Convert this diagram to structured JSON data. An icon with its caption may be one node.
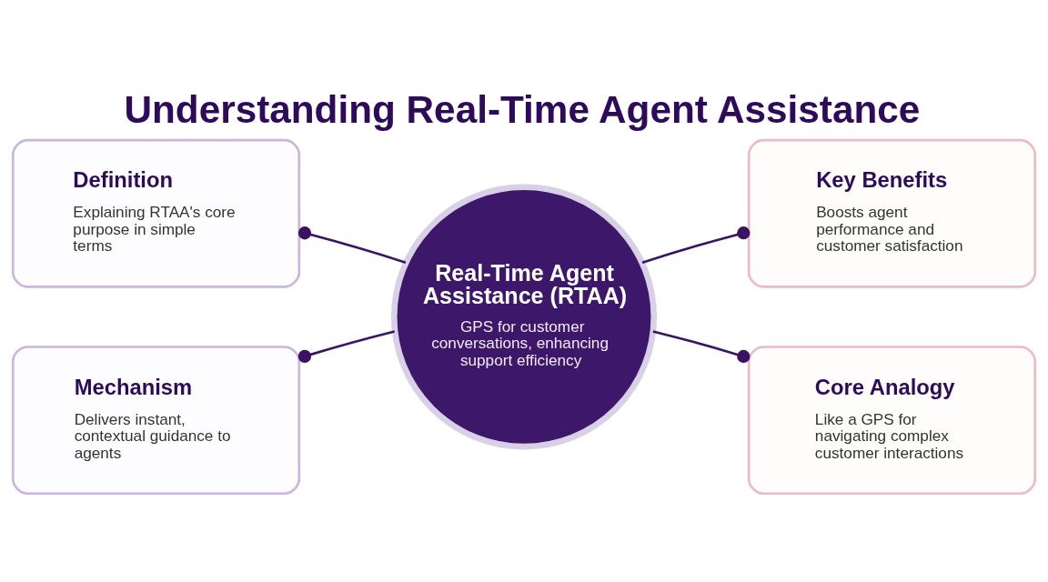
{
  "diagram": {
    "title": "Understanding Real-Time Agent Assistance",
    "nodes": [
      {
        "text": [
          "Definition",
          "Explaining RTAA's core purpose in simple terms"
        ]
      },
      {
        "text": [
          "Key Benefits",
          "Boosts agent performance and customer satisfaction"
        ]
      },
      {
        "text": [
          "Real-Time Agent Assistance (RTAA)",
          "GPS for customer conversations, enhancing support efficiency"
        ]
      },
      {
        "text": [
          "Mechanism",
          "Delivers instant, contextual guidance to agents"
        ]
      },
      {
        "text": [
          "Core Analogy",
          "Like a GPS for navigating complex customer interactions"
        ]
      }
    ],
    "edges": [
      {
        "from": 2,
        "to": 0,
        "arrow": "other"
      },
      {
        "from": 2,
        "to": 1,
        "arrow": "other"
      },
      {
        "from": 2,
        "to": 3,
        "arrow": "other"
      },
      {
        "from": 2,
        "to": 4,
        "arrow": "other"
      }
    ]
  }
}
